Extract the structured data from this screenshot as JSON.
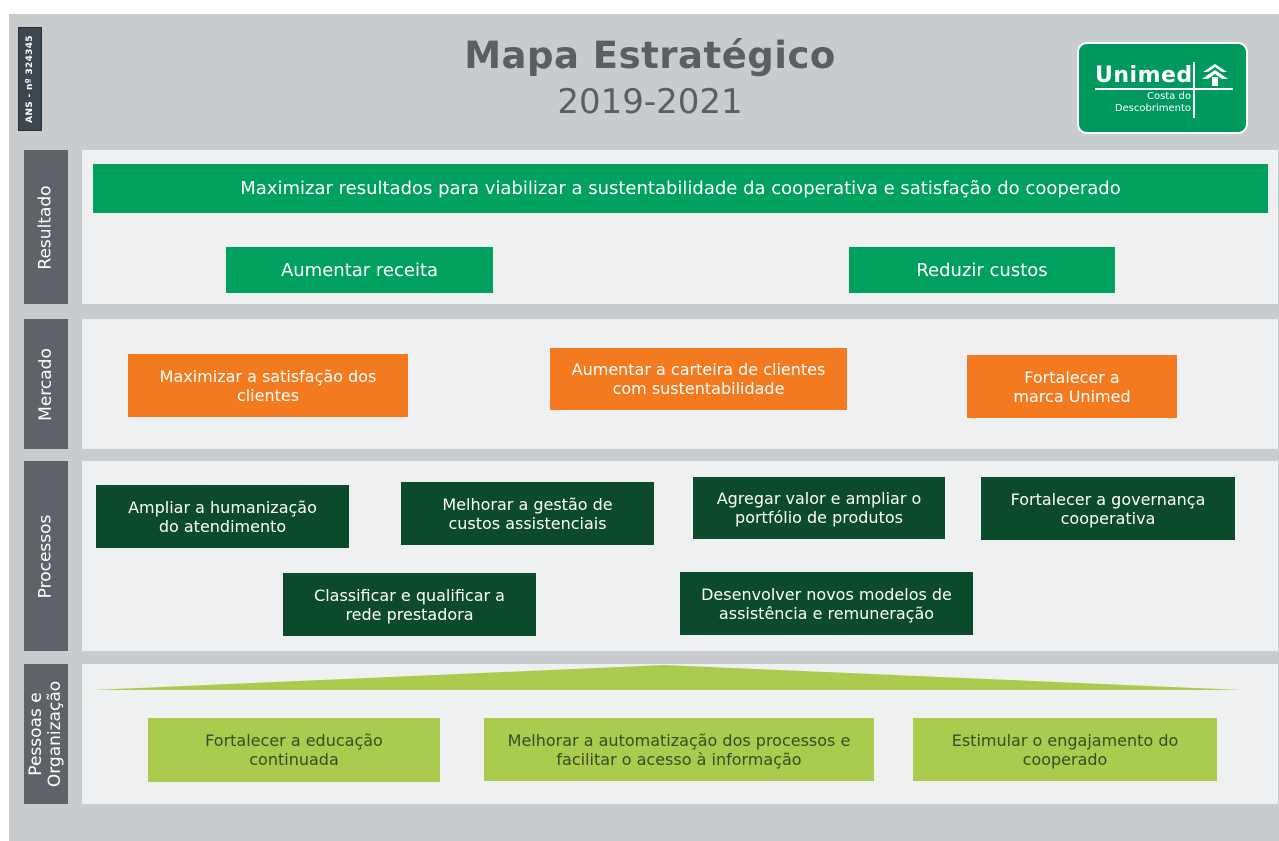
{
  "header": {
    "ans": "ANS - nº 324345",
    "title": "Mapa Estratégico",
    "subtitle": "2019-2021"
  },
  "logo": {
    "word": "Unimed",
    "sub": "Costa do Descobrimento",
    "mark_icon": "unimed-tree-icon"
  },
  "rows": {
    "resultado": {
      "label": "Resultado",
      "goal": "Maximizar resultados para viabilizar a sustentabilidade da cooperativa e satisfação do cooperado",
      "items": [
        "Aumentar receita",
        "Reduzir custos"
      ]
    },
    "mercado": {
      "label": "Mercado",
      "items": [
        "Maximizar a satisfação dos clientes",
        "Aumentar a carteira de clientes com sustentabilidade",
        "Fortalecer a marca Unimed"
      ]
    },
    "processos": {
      "label": "Processos",
      "items": [
        "Ampliar a humanização do atendimento",
        "Melhorar a gestão de custos assistenciais",
        "Agregar valor e ampliar o portfólio de produtos",
        "Fortalecer a governança cooperativa",
        "Classificar e qualificar a rede prestadora",
        "Desenvolver novos modelos de assistência e remuneração"
      ]
    },
    "pessoas": {
      "label": "Pessoas e Organização",
      "items": [
        "Fortalecer a educação continuada",
        "Melhorar a automatização dos processos e facilitar o acesso à informação",
        "Estimular o engajamento do cooperado"
      ]
    }
  },
  "colors": {
    "green": "#00a05f",
    "orange": "#f47a20",
    "dark_green": "#0b4a2a",
    "light_green": "#aacb4d",
    "label_gray": "#5f6369",
    "logo_green": "#00995d"
  }
}
